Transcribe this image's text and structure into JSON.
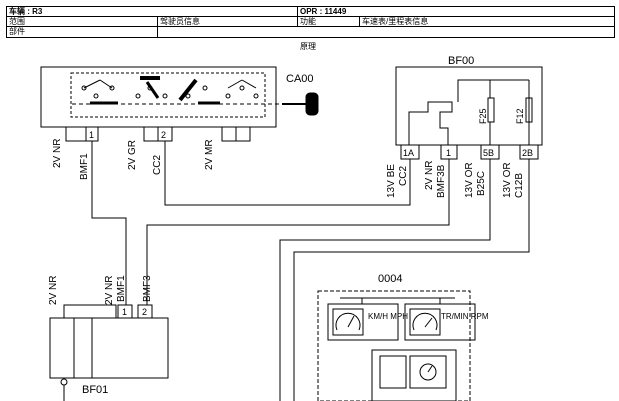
{
  "header": {
    "vehicle_label": "车辆",
    "vehicle_value": ": R3",
    "opr_label": "OPR",
    "opr_value": ": 11449",
    "scope_label": "范围",
    "scope_value": "驾驶员信息",
    "function_label": "功能",
    "function_value": "车速表/里程表信息",
    "parts_label": "部件"
  },
  "diagram": {
    "principle_label": "原理",
    "ca00": {
      "name": "CA00",
      "pins": [
        "1",
        "2"
      ],
      "wire_labels": [
        "2V NR",
        "BMF1",
        "2V GR",
        "CC2",
        "2V MR"
      ]
    },
    "bf00": {
      "name": "BF00",
      "fuses": [
        "F25",
        "F12"
      ],
      "pins": [
        "1A",
        "1",
        "5B",
        "2B"
      ],
      "wire_labels": [
        "13V BE",
        "CC2",
        "2V NR",
        "BMF3B",
        "13V OR",
        "B25C",
        "13V OR",
        "C12B"
      ]
    },
    "bf01": {
      "name": "BF01",
      "pins": [
        "1",
        "2"
      ],
      "wire_labels": [
        "2V NR",
        "2V NR",
        "BMF1",
        "BMF3"
      ]
    },
    "c0004": {
      "name": "0004",
      "gauges": [
        "KM/H MPH",
        "TR/MIN RPM"
      ]
    }
  }
}
